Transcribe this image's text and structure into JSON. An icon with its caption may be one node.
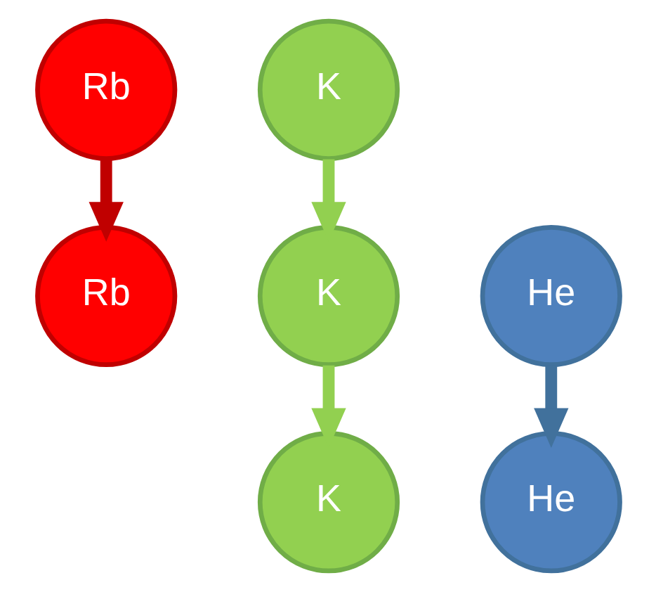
{
  "diagram": {
    "nodes": [
      {
        "text": [
          "Rb"
        ]
      },
      {
        "text": [
          "K"
        ]
      },
      {
        "text": [
          "Rb"
        ]
      },
      {
        "text": [
          "K"
        ]
      },
      {
        "text": [
          "He"
        ]
      },
      {
        "text": [
          "K"
        ]
      },
      {
        "text": [
          "He"
        ]
      }
    ],
    "edges": [
      {
        "from": 0,
        "to": 2,
        "arrow": "to",
        "color": "#c00000"
      },
      {
        "from": 1,
        "to": 3,
        "arrow": "to"
      },
      {
        "from": 3,
        "to": 5,
        "arrow": "to"
      },
      {
        "from": 4,
        "to": 6,
        "arrow": "to",
        "color": "#41719c"
      }
    ]
  }
}
